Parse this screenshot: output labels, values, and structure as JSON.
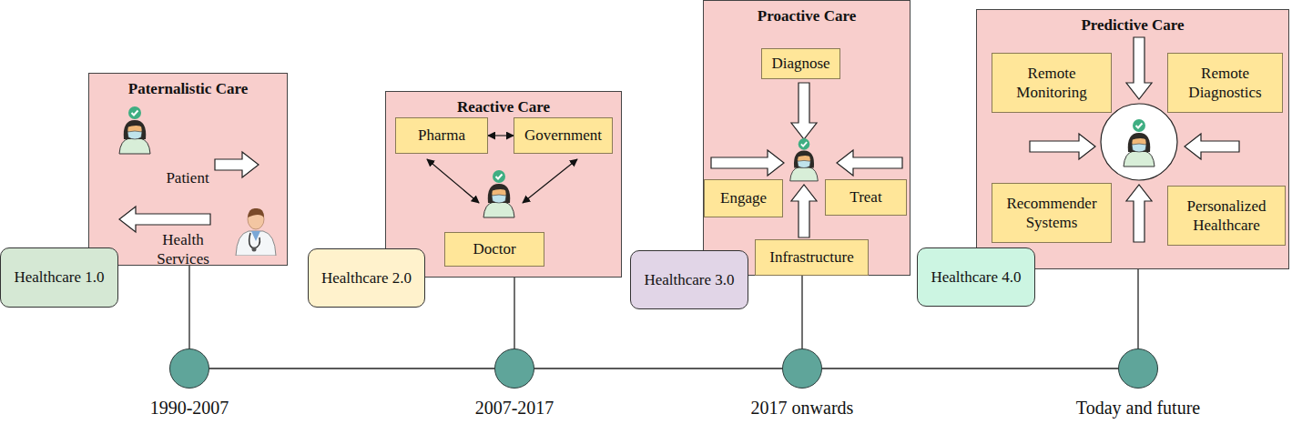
{
  "diagram": {
    "nodes": [
      {
        "text": [
          "Paternalistic Care",
          "Patient",
          "Health Services"
        ]
      },
      {
        "text": [
          "Healthcare 1.0"
        ]
      },
      {
        "text": [
          "Reactive Care"
        ]
      },
      {
        "text": [
          "Pharma"
        ],
        "in": 2
      },
      {
        "text": [
          "Government"
        ],
        "in": 2
      },
      {
        "text": [
          "Doctor"
        ],
        "in": 2
      },
      {
        "text": [
          "Healthcare 2.0"
        ]
      },
      {
        "text": [
          "Proactive Care"
        ]
      },
      {
        "text": [
          "Diagnose"
        ],
        "in": 7
      },
      {
        "text": [
          "Engage"
        ],
        "in": 7
      },
      {
        "text": [
          "Treat"
        ],
        "in": 7
      },
      {
        "text": [
          "Infrastructure"
        ],
        "in": 7
      },
      {
        "text": [
          "Healthcare 3.0"
        ]
      },
      {
        "text": [
          "Predictive Care"
        ]
      },
      {
        "text": [
          "Remote Monitoring"
        ],
        "in": 13
      },
      {
        "text": [
          "Remote Diagnostics"
        ],
        "in": 13
      },
      {
        "text": [
          "Recommender Systems"
        ],
        "in": 13
      },
      {
        "text": [
          "Personalized Healthcare"
        ],
        "in": 13
      },
      {
        "text": [
          "Healthcare 4.0"
        ]
      },
      {
        "text": [
          "1990-2007"
        ]
      },
      {
        "text": [
          "2007-2017"
        ]
      },
      {
        "text": [
          "2017 onwards"
        ]
      },
      {
        "text": [
          "Today and future"
        ]
      }
    ],
    "edges": [
      {
        "from": 3,
        "to": 4,
        "arrow": "both"
      },
      {
        "from": 0,
        "to": 19,
        "arrow": "none"
      },
      {
        "from": 2,
        "to": 20,
        "arrow": "none"
      },
      {
        "from": 7,
        "to": 21,
        "arrow": "none"
      },
      {
        "from": 13,
        "to": 22,
        "arrow": "none"
      },
      {
        "from": 19,
        "to": 20,
        "arrow": "none"
      },
      {
        "from": 20,
        "to": 21,
        "arrow": "none"
      },
      {
        "from": 21,
        "to": 22,
        "arrow": "none"
      }
    ]
  }
}
